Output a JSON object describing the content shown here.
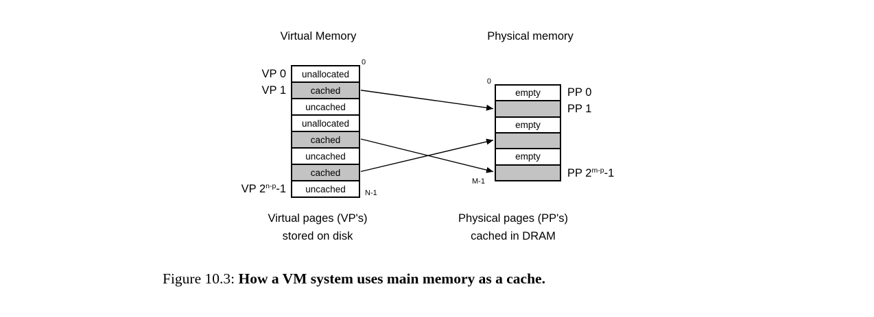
{
  "figure": {
    "vm": {
      "title": "Virtual Memory",
      "marker_top": "0",
      "marker_bottom": "N-1",
      "rows": [
        {
          "label": "unallocated",
          "state": "unallocated"
        },
        {
          "label": "cached",
          "state": "cached"
        },
        {
          "label": "uncached",
          "state": "uncached"
        },
        {
          "label": "unallocated",
          "state": "unallocated"
        },
        {
          "label": "cached",
          "state": "cached"
        },
        {
          "label": "uncached",
          "state": "uncached"
        },
        {
          "label": "cached",
          "state": "cached"
        },
        {
          "label": "uncached",
          "state": "uncached"
        }
      ],
      "row_labels": {
        "vp0": "VP 0",
        "vp1": "VP 1",
        "vp_last_base": "VP 2",
        "vp_last_sup": "n-p",
        "vp_last_tail": "-1"
      },
      "caption_line1": "Virtual pages (VP's)",
      "caption_line2": "stored on disk"
    },
    "pm": {
      "title": "Physical memory",
      "marker_top": "0",
      "marker_bottom": "M-1",
      "rows": [
        {
          "label": "empty",
          "state": "empty"
        },
        {
          "label": "",
          "state": "occupied"
        },
        {
          "label": "empty",
          "state": "empty"
        },
        {
          "label": "",
          "state": "occupied"
        },
        {
          "label": "empty",
          "state": "empty"
        },
        {
          "label": "",
          "state": "occupied"
        }
      ],
      "row_labels": {
        "pp0": "PP 0",
        "pp1": "PP 1",
        "pp_last_base": "PP 2",
        "pp_last_sup": "m-p",
        "pp_last_tail": "-1"
      },
      "caption_line1": "Physical pages (PP's)",
      "caption_line2": "cached in DRAM"
    },
    "arrows": [
      {
        "from_vm_row": 1,
        "to_pm_row": 1
      },
      {
        "from_vm_row": 4,
        "to_pm_row": 5
      },
      {
        "from_vm_row": 6,
        "to_pm_row": 3
      }
    ],
    "colors": {
      "cached_fill": "#c3c3c3",
      "line": "#000000",
      "background": "#ffffff"
    }
  },
  "caption": {
    "label": "Figure 10.3:",
    "title": "How a VM system uses main memory as a cache."
  }
}
